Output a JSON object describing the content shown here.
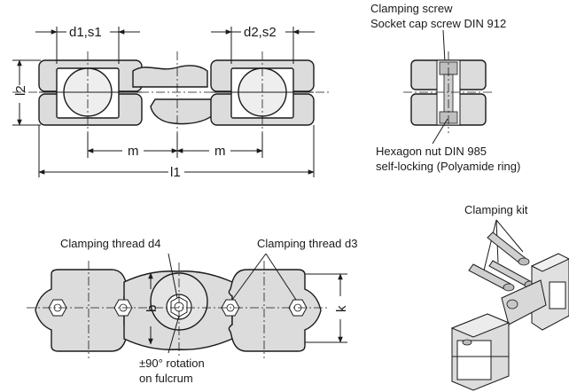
{
  "top_view": {
    "dim_d1s1": "d1,s1",
    "dim_d2s2": "d2,s2",
    "dim_l2": "l2",
    "dim_m_left": "m",
    "dim_m_right": "m",
    "dim_l1": "l1"
  },
  "section_view": {
    "screw_label_line1": "Clamping screw",
    "screw_label_line2": "Socket cap screw DIN 912",
    "nut_label_line1": "Hexagon nut  DIN 985",
    "nut_label_line2": "self-locking (Polyamide ring)"
  },
  "front_view": {
    "thread_d4_label": "Clamping thread d4",
    "thread_d3_label": "Clamping thread d3",
    "dim_b": "b",
    "dim_k": "k",
    "rotation_line1": "±90° rotation",
    "rotation_line2": "on fulcrum"
  },
  "iso_view": {
    "kit_label": "Clamping kit"
  }
}
